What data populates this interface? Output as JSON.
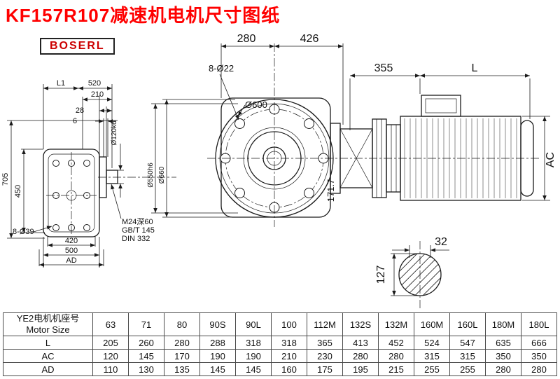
{
  "title": "KF157R107减速机电机尺寸图纸",
  "brand": "BOSERL",
  "drawing": {
    "left": {
      "l1": "L1",
      "d520": "520",
      "d210": "210",
      "d28": "28",
      "d6": "6",
      "d705": "705",
      "d450": "450",
      "holes": "8-Ø39",
      "d420": "420",
      "d500": "500",
      "ad": "AD",
      "shaft": "Ø120k6",
      "spigot": "Ø550h6",
      "flange": "Ø660",
      "note1": "M24深60",
      "note2": "GB/T 145",
      "note3": "DIN 332"
    },
    "front": {
      "d280": "280",
      "d426": "426",
      "holes": "8-Ø22",
      "d600": "Ø600",
      "d171": "171.7"
    },
    "motor": {
      "d355": "355",
      "l": "L",
      "ac": "AC"
    },
    "section": {
      "d32": "32",
      "d127": "127"
    }
  },
  "table": {
    "row_header_line1": "YE2电机机座号",
    "row_header_line2": "Motor Size",
    "columns": [
      "63",
      "71",
      "80",
      "90S",
      "90L",
      "100",
      "112M",
      "132S",
      "132M",
      "160M",
      "160L",
      "180M",
      "180L"
    ],
    "rows": [
      {
        "label": "L",
        "values": [
          "205",
          "260",
          "280",
          "288",
          "318",
          "318",
          "365",
          "413",
          "452",
          "524",
          "547",
          "635",
          "666"
        ]
      },
      {
        "label": "AC",
        "values": [
          "120",
          "145",
          "170",
          "190",
          "190",
          "210",
          "230",
          "280",
          "280",
          "315",
          "315",
          "350",
          "350"
        ]
      },
      {
        "label": "AD",
        "values": [
          "110",
          "130",
          "135",
          "145",
          "145",
          "160",
          "175",
          "195",
          "215",
          "255",
          "255",
          "280",
          "280"
        ]
      }
    ]
  }
}
